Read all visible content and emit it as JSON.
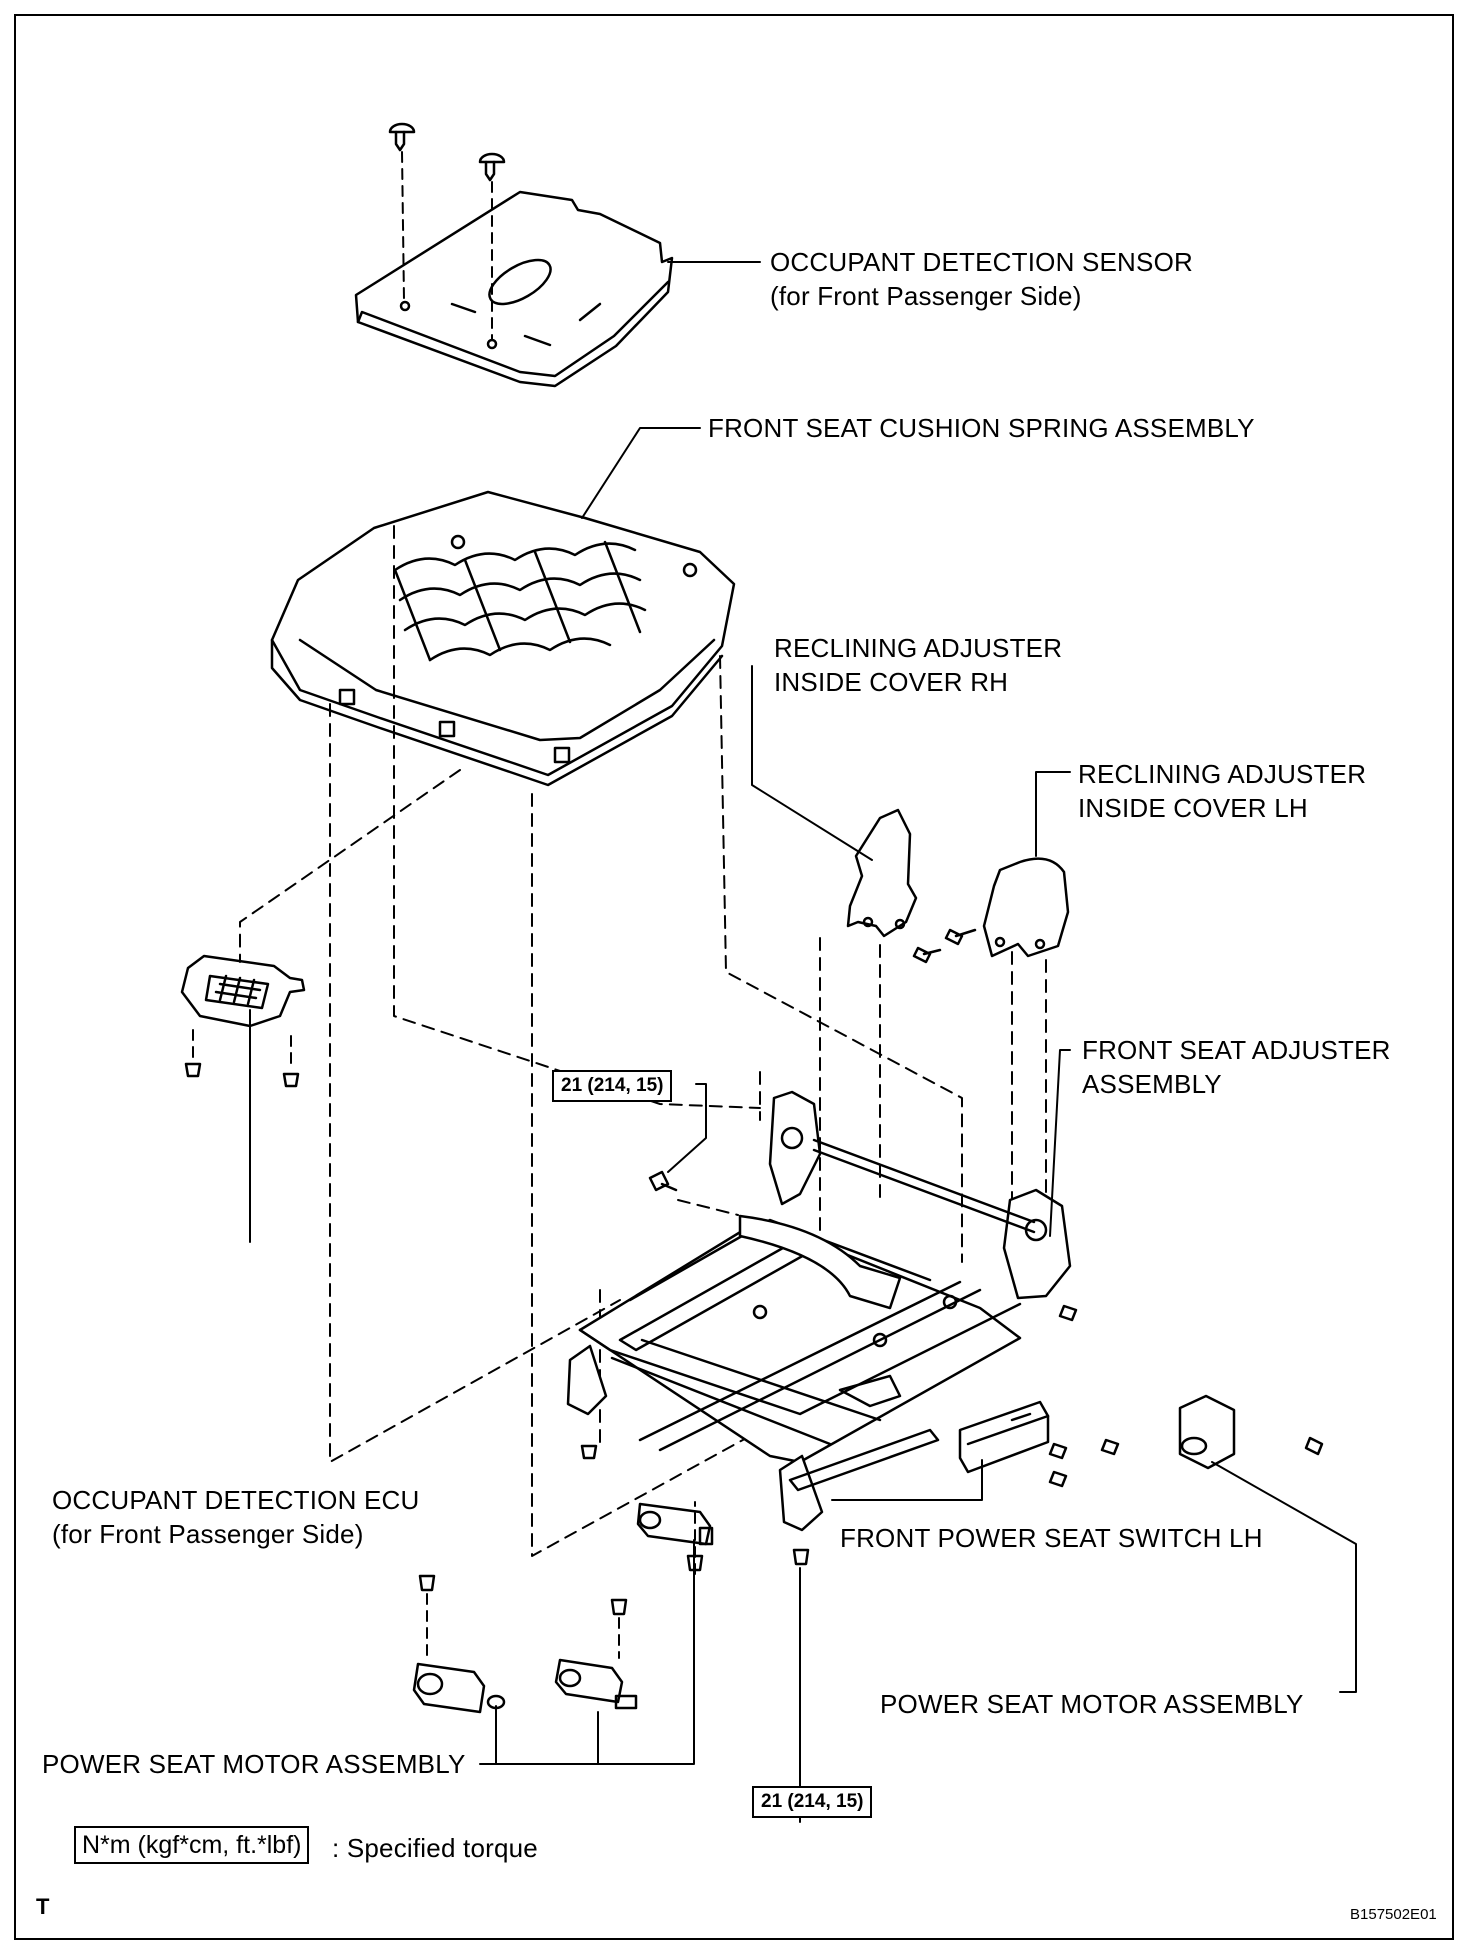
{
  "labels": {
    "occupant_sensor": "OCCUPANT DETECTION SENSOR",
    "occupant_sensor_sub": "(for Front Passenger Side)",
    "cushion_spring": "FRONT SEAT CUSHION SPRING ASSEMBLY",
    "reclining_rh_1": "RECLINING ADJUSTER",
    "reclining_rh_2": "INSIDE COVER RH",
    "reclining_lh_1": "RECLINING ADJUSTER",
    "reclining_lh_2": "INSIDE COVER LH",
    "seat_adjuster_1": "FRONT SEAT ADJUSTER",
    "seat_adjuster_2": "ASSEMBLY",
    "occupant_ecu": "OCCUPANT DETECTION ECU",
    "occupant_ecu_sub": "(for Front Passenger Side)",
    "power_seat_switch": "FRONT POWER SEAT SWITCH LH",
    "power_motor_right": "POWER SEAT MOTOR ASSEMBLY",
    "power_motor_left": "POWER SEAT MOTOR ASSEMBLY"
  },
  "torque_specs": {
    "upper": "21 (214, 15)",
    "lower": "21 (214, 15)"
  },
  "legend": {
    "unit_box": "N*m (kgf*cm, ft.*lbf)",
    "description": ": Specified torque"
  },
  "footer": {
    "corner_letter": "T",
    "figure_code": "B157502E01"
  }
}
